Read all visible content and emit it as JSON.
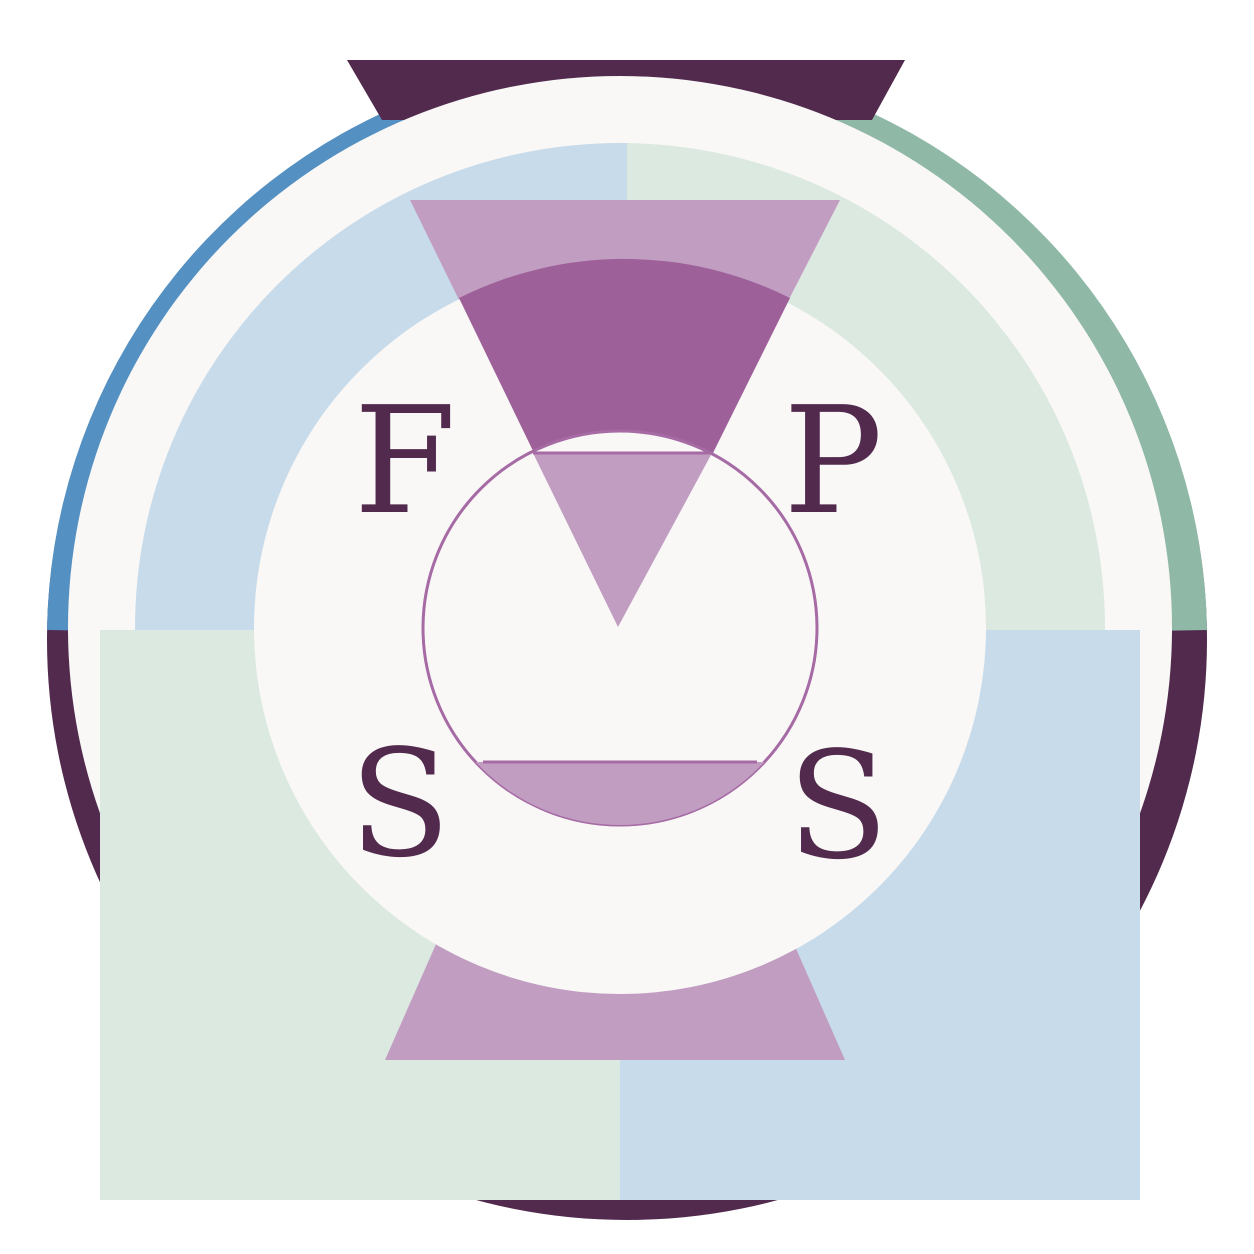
{
  "logo": {
    "letters": {
      "top_left": "F",
      "top_right": "P",
      "bottom_left": "S",
      "bottom_right": "S"
    },
    "colors": {
      "background": "#ffffff",
      "inner_fill": "#f9f8f6",
      "dark_purple": "#512a4d",
      "ring_blue": "#5590c2",
      "ring_green": "#8fb8a7",
      "light_blue": "#c8dbea",
      "light_green": "#dce9e1",
      "light_purple": "#c29dc2",
      "mid_purple": "#9d6099",
      "center_ring_stroke": "#a66aa4"
    },
    "icons": [
      "triangle-notch-icon",
      "inverted-triangle-icon"
    ]
  }
}
